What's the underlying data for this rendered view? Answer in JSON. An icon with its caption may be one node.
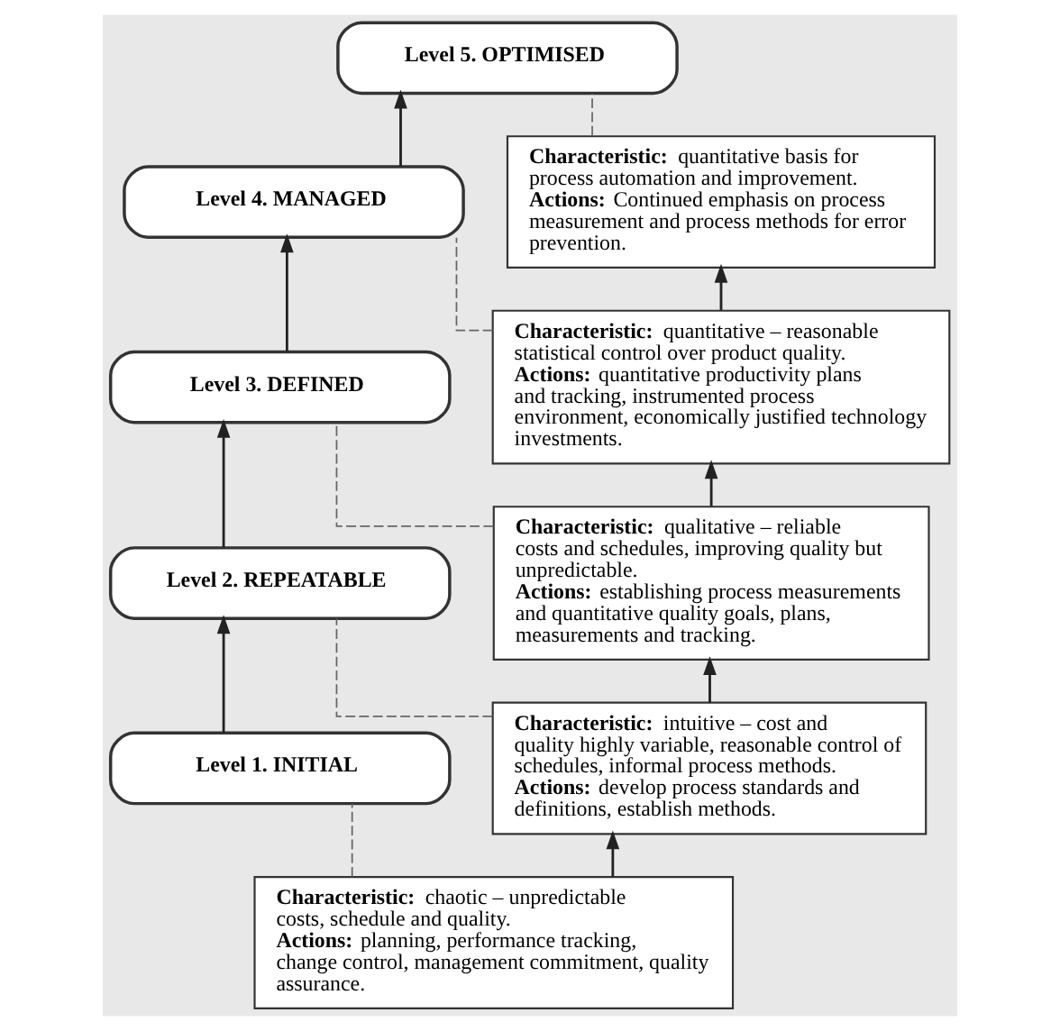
{
  "diagram": {
    "nodes": [
      {
        "text": [
          "Level 1. INITIAL"
        ]
      },
      {
        "text": [
          "Level 2. REPEATABLE"
        ]
      },
      {
        "text": [
          "Level 3. DEFINED"
        ]
      },
      {
        "text": [
          "Level 4. MANAGED"
        ]
      },
      {
        "text": [
          "Level 5. OPTIMISED"
        ]
      },
      {
        "text": [
          "**Characteristic:** chaotic – unpredictable costs, schedule and quality.",
          "**Actions:** planning, performance tracking, change control, management commitment, quality assurance."
        ]
      },
      {
        "text": [
          "**Characteristic:** intuitive – cost and quality highly variable, reasonable control of schedules, informal process methods.",
          "**Actions:** develop process standards and definitions, establish methods."
        ]
      },
      {
        "text": [
          "**Characteristic:** qualitative – reliable costs and schedules, improving quality but unpredictable.",
          "**Actions:** establishing process measurements and quantitative quality goals, plans, measurements and tracking."
        ]
      },
      {
        "text": [
          "**Characteristic:** quantitative – reasonable statistical control over product quality.",
          "**Actions:** quantitative productivity plans and tracking, instrumented process environment, economically justified technology investments."
        ]
      },
      {
        "text": [
          "**Characteristic:** quantitative basis for process automation and improvement.",
          "**Actions:** Continued emphasis on process measurement and process methods for error prevention."
        ]
      }
    ],
    "edges": [
      {
        "from": 0,
        "to": 1,
        "arrow": "to"
      },
      {
        "from": 1,
        "to": 2,
        "arrow": "to"
      },
      {
        "from": 2,
        "to": 3,
        "arrow": "to"
      },
      {
        "from": 3,
        "to": 4,
        "arrow": "to"
      },
      {
        "from": 5,
        "to": 6,
        "arrow": "to"
      },
      {
        "from": 6,
        "to": 7,
        "arrow": "to"
      },
      {
        "from": 7,
        "to": 8,
        "arrow": "to"
      },
      {
        "from": 8,
        "to": 9,
        "arrow": "to"
      },
      {
        "from": 0,
        "to": 5,
        "arrow": "none",
        "style": "dashed"
      },
      {
        "from": 1,
        "to": 6,
        "arrow": "none",
        "style": "dashed"
      },
      {
        "from": 2,
        "to": 7,
        "arrow": "none",
        "style": "dashed"
      },
      {
        "from": 3,
        "to": 8,
        "arrow": "none",
        "style": "dashed"
      },
      {
        "from": 4,
        "to": 9,
        "arrow": "none",
        "style": "dashed"
      }
    ]
  }
}
